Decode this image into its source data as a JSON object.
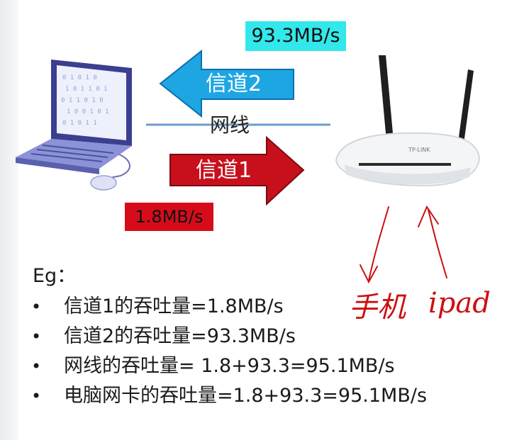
{
  "diagram": {
    "channel2": {
      "label": "信道2",
      "speed": "93.3MB/s",
      "color": "#1ea6e3"
    },
    "channel1": {
      "label": "信道1",
      "speed": "1.8MB/s",
      "color": "#c8101c"
    },
    "cable_label": "网线",
    "laptop_icon": "laptop-icon",
    "router_icon": "wifi-router-icon",
    "handwriting": {
      "phone": "手机",
      "tablet": "ipad",
      "ink_color": "#cc1010"
    }
  },
  "example": {
    "title": "Eg：",
    "bullet_glyph": "•",
    "items": [
      "信道1的吞吐量=1.8MB/s",
      "信道2的吞吐量=93.3MB/s",
      "网线的吞吐量= 1.8+93.3=95.1MB/s",
      "电脑网卡的吞吐量=1.8+93.3=95.1MB/s"
    ]
  }
}
